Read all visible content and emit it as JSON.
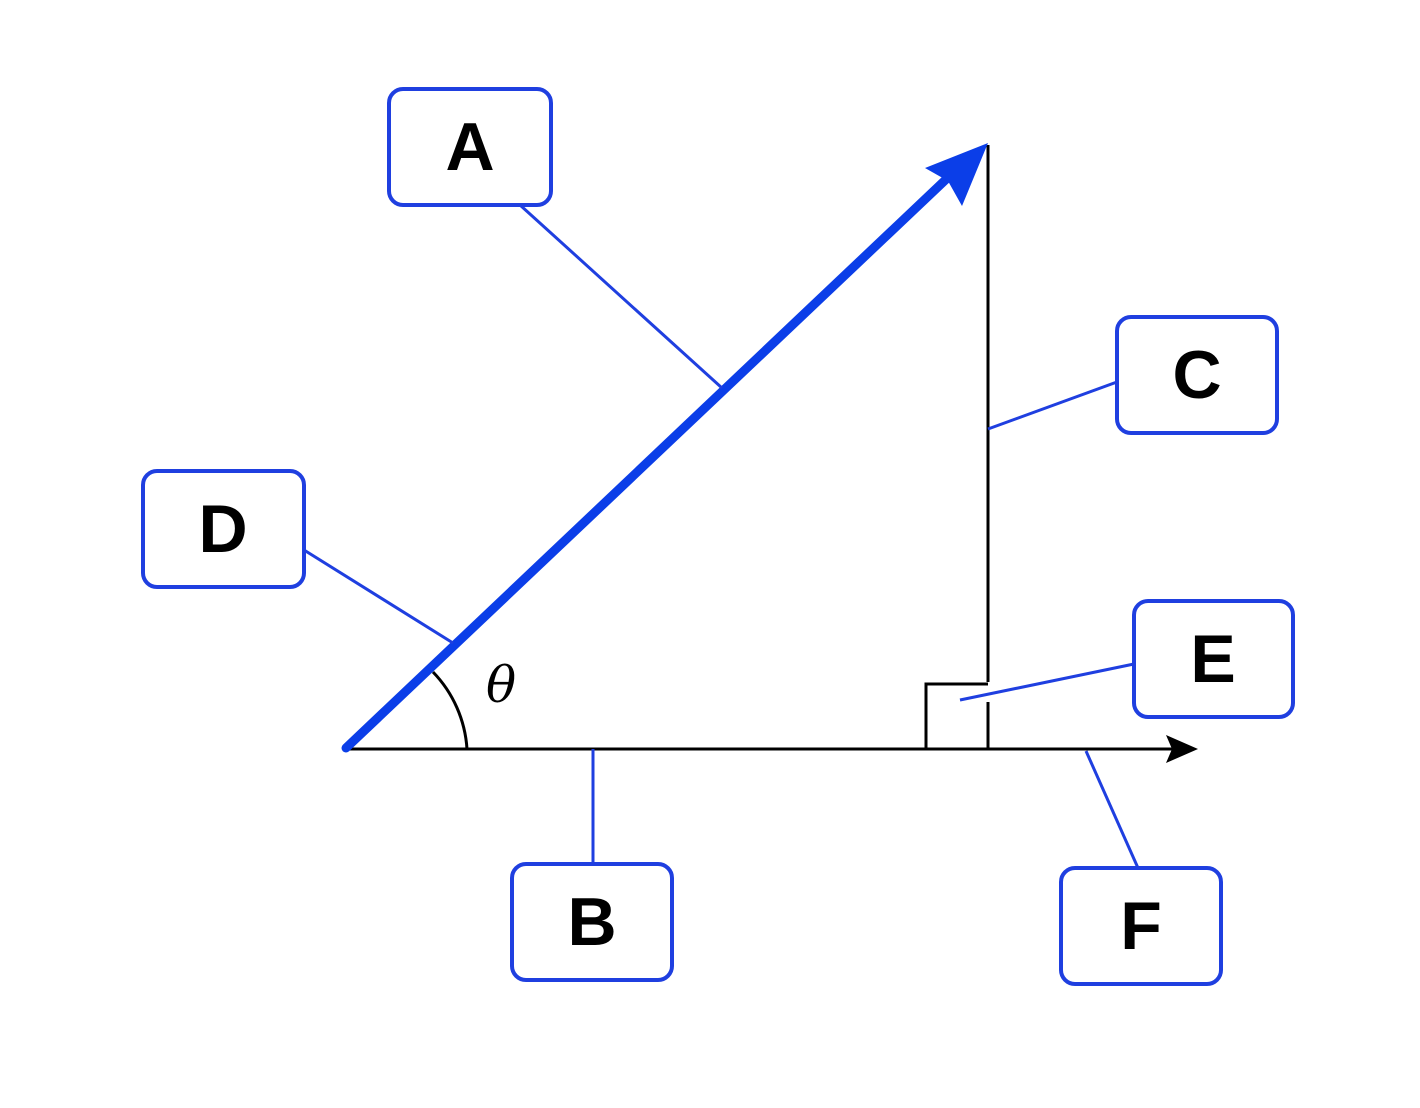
{
  "colors": {
    "accent": "#1f3fe0",
    "vector": "#0b3ee8",
    "line": "#000000",
    "background": "#ffffff"
  },
  "angle": {
    "symbol": "θ"
  },
  "callouts": {
    "A": "A",
    "B": "B",
    "C": "C",
    "D": "D",
    "E": "E",
    "F": "F"
  }
}
